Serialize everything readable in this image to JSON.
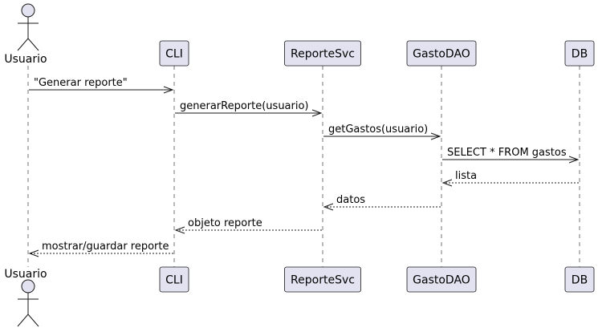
{
  "participants": [
    {
      "id": "usuario",
      "label": "Usuario",
      "kind": "actor"
    },
    {
      "id": "cli",
      "label": "CLI",
      "kind": "participant"
    },
    {
      "id": "reportesvc",
      "label": "ReporteSvc",
      "kind": "participant"
    },
    {
      "id": "gastodao",
      "label": "GastoDAO",
      "kind": "participant"
    },
    {
      "id": "db",
      "label": "DB",
      "kind": "participant"
    }
  ],
  "messages": [
    {
      "from": "usuario",
      "to": "cli",
      "label": "\"Generar reporte\"",
      "style": "sync"
    },
    {
      "from": "cli",
      "to": "reportesvc",
      "label": "generarReporte(usuario)",
      "style": "sync"
    },
    {
      "from": "reportesvc",
      "to": "gastodao",
      "label": "getGastos(usuario)",
      "style": "sync"
    },
    {
      "from": "gastodao",
      "to": "db",
      "label": "SELECT * FROM gastos",
      "style": "sync"
    },
    {
      "from": "db",
      "to": "gastodao",
      "label": "lista",
      "style": "return"
    },
    {
      "from": "gastodao",
      "to": "reportesvc",
      "label": "datos",
      "style": "return"
    },
    {
      "from": "reportesvc",
      "to": "cli",
      "label": "objeto reporte",
      "style": "return"
    },
    {
      "from": "cli",
      "to": "usuario",
      "label": "mostrar/guardar reporte",
      "style": "return"
    }
  ],
  "colors": {
    "participant_fill": "#e2e2f0",
    "participant_border": "#181818",
    "lifeline": "#181818",
    "arrow": "#181818"
  }
}
